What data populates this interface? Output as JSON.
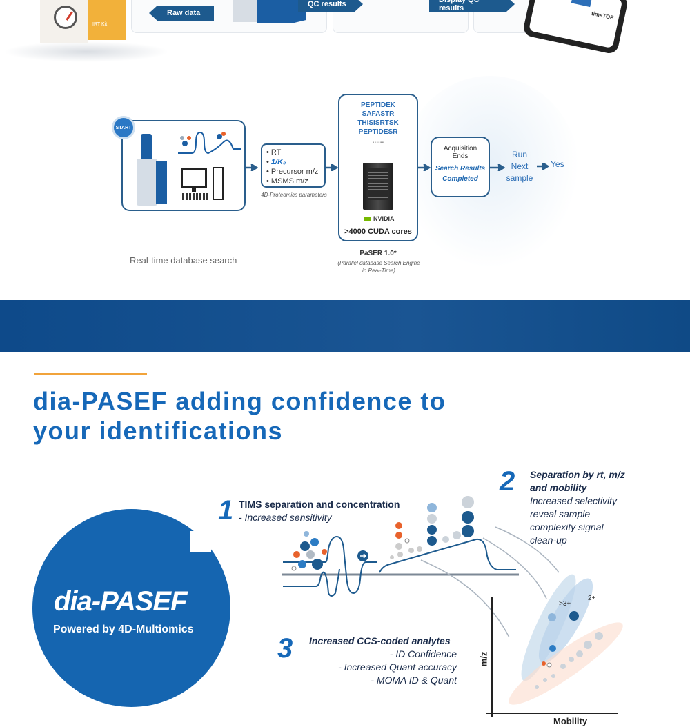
{
  "top": {
    "raw_data": "Raw data",
    "qc_results": "QC results",
    "display_qc": "Display QC results",
    "kit_label": "IRT Kit",
    "phone_label": "timsTOF"
  },
  "flow": {
    "start": "START",
    "params": [
      "RT",
      "1/K₀",
      "Precursor m/z",
      "MSMS m/z"
    ],
    "params_caption": "4D-Proteomics parameters",
    "peptides": [
      "PEPTIDEK",
      "SAFASTR",
      "THISISRTSK",
      "PEPTIDESR"
    ],
    "dots": "......",
    "nvidia": "NVIDIA",
    "cuda": ">4000 CUDA cores",
    "paser_title": "PaSER 1.0*",
    "paser_caption": "(Parallel database Search Engine in Real-Time)",
    "acq_line1": "Acquisition",
    "acq_line2": "Ends",
    "acq_result": "Search Results Completed",
    "run_next": [
      "Run",
      "Next",
      "sample"
    ],
    "yes": "Yes",
    "caption": "Real-time database search"
  },
  "heading": {
    "line1": "dia-PASEF adding confidence to",
    "line2": "your identifications"
  },
  "dia": {
    "logo_title": "dia-PASEF",
    "logo_sub": "Powered by 4D-Multiomics",
    "step1_num": "1",
    "step1_title": "TIMS separation and concentration",
    "step1_text": "-  Increased sensitivity",
    "step2_num": "2",
    "step2_title_1": "Separation by rt, m/z",
    "step2_title_2": "and mobility",
    "step2_text": [
      "Increased selectivity",
      "reveal sample",
      "complexity signal",
      "clean-up"
    ],
    "step3_num": "3",
    "step3_title": "Increased CCS-coded analytes",
    "step3_text": [
      "- ID Confidence",
      "- Increased Quant accuracy",
      "- MOMA ID & Quant"
    ],
    "axis_y": "m/z",
    "axis_x": "Mobility",
    "charge_3": ">3+",
    "charge_2": "2+"
  },
  "colors": {
    "accent": "#f1a33b",
    "brand_blue": "#1668b8",
    "banner": "#1a5593"
  }
}
